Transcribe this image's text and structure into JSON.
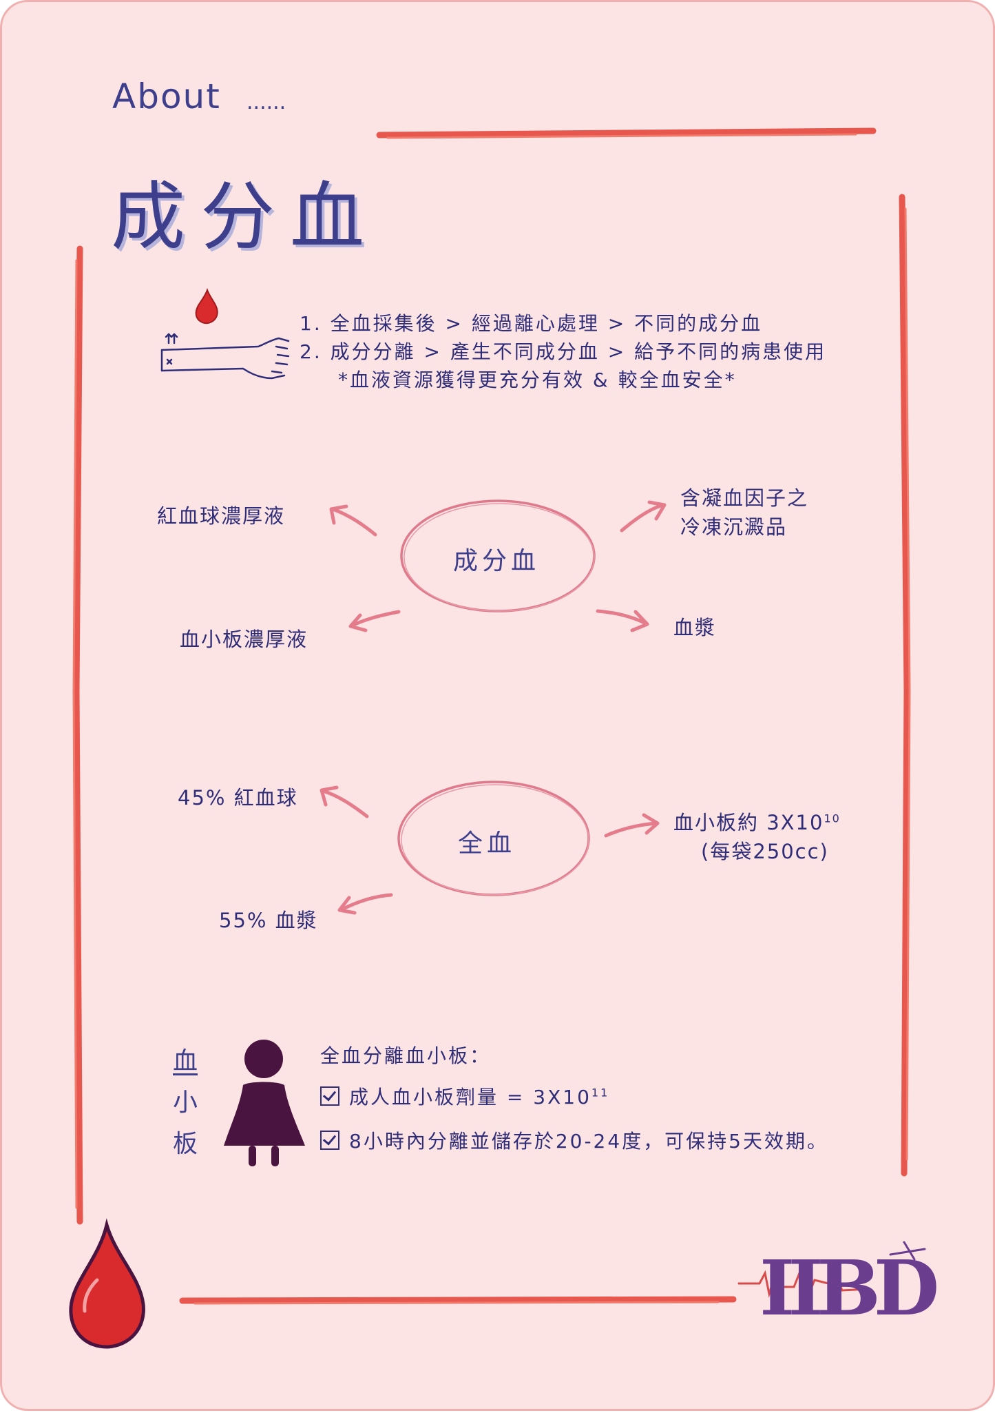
{
  "header": {
    "about": "About",
    "about_dots": "......",
    "title": "成分血"
  },
  "intro": {
    "line1": "1. 全血採集後 > 經過離心處理 > 不同的成分血",
    "line2": "2. 成分分離 > 產生不同成分血 > 給予不同的病患使用",
    "line3": "*血液資源獲得更充分有效 & 較全血安全*"
  },
  "components_diagram": {
    "center": "成分血",
    "top_left": "紅血球濃厚液",
    "bottom_left": "血小板濃厚液",
    "top_right_line1": "含凝血因子之",
    "top_right_line2": "冷凍沉澱品",
    "bottom_right": "血漿"
  },
  "whole_blood_diagram": {
    "center": "全血",
    "top_left": "45% 紅血球",
    "bottom_left": "55% 血漿",
    "right_line1_prefix": "血小板約 3X10",
    "right_line1_exp": "10",
    "right_line2": "(每袋250cc)"
  },
  "platelet_section": {
    "side_label": [
      "血",
      "小",
      "板"
    ],
    "heading": "全血分離血小板：",
    "item1_prefix": "成人血小板劑量 = 3X10",
    "item1_exp": "11",
    "item2": "8小時內分離並儲存於20-24度，可保持5天效期。"
  },
  "logo": {
    "letters": "IIBD"
  },
  "colors": {
    "background": "#fce4e4",
    "frame": "#e8574e",
    "text": "#3d3e8c",
    "arrow": "#e57c8c",
    "ellipse": "#df7a8c",
    "drop": "#d92b2e",
    "figure": "#4a1440"
  }
}
